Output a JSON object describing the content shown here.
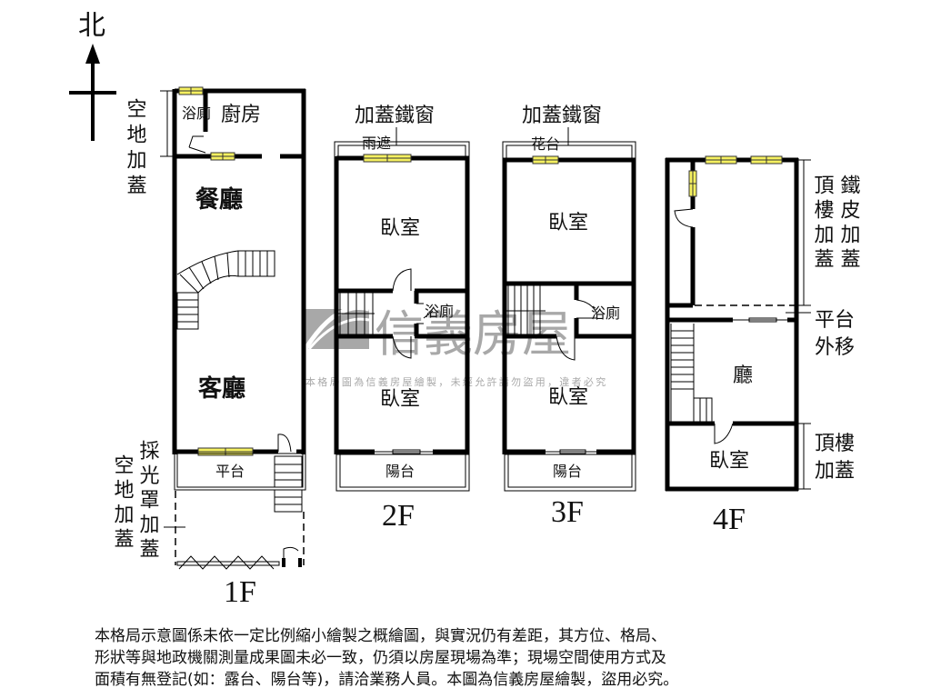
{
  "compass": {
    "north_label": "北"
  },
  "watermark": {
    "brand": "信義房屋",
    "notice": "本格局圖為信義房屋繪製，未經允許請勿盜用，違者必究",
    "color": "#9a9a9a"
  },
  "colors": {
    "wall": "#000000",
    "window": "#f5f060",
    "background": "#ffffff"
  },
  "floors": [
    {
      "label": "1F",
      "rooms": [
        {
          "name": "廚房"
        },
        {
          "name": "浴廁"
        },
        {
          "name": "餐廳"
        },
        {
          "name": "客廳"
        },
        {
          "name": "平台"
        }
      ],
      "annotations": [
        {
          "text": "空地加蓋",
          "position": "top-left"
        },
        {
          "text": "採光罩加蓋",
          "position": "bottom-left"
        },
        {
          "text": "空地加蓋",
          "position": "bottom-left-outer"
        }
      ]
    },
    {
      "label": "2F",
      "rooms": [
        {
          "name": "臥室"
        },
        {
          "name": "浴廁"
        },
        {
          "name": "臥室"
        },
        {
          "name": "陽台"
        }
      ],
      "annotations": [
        {
          "text": "加蓋鐵窗"
        },
        {
          "text": "雨遮"
        }
      ]
    },
    {
      "label": "3F",
      "rooms": [
        {
          "name": "臥室"
        },
        {
          "name": "浴廁"
        },
        {
          "name": "臥室"
        },
        {
          "name": "陽台"
        }
      ],
      "annotations": [
        {
          "text": "加蓋鐵窗"
        },
        {
          "text": "花台"
        }
      ]
    },
    {
      "label": "4F",
      "rooms": [
        {
          "name": "廳"
        },
        {
          "name": "臥室"
        }
      ],
      "annotations": [
        {
          "text": "頂樓加蓋"
        },
        {
          "text": "鐵皮加蓋"
        },
        {
          "text": "平台外移"
        },
        {
          "text": "頂樓加蓋"
        }
      ]
    }
  ],
  "disclaimer": {
    "lines": [
      "本格局示意圖係未依一定比例縮小繪製之概繪圖，與實況仍有差距，其方位、格局、",
      "形狀等與地政機關測量成果圖未必一致，仍須以房屋現場為準；現場空間使用方式及",
      "面積有無登記(如：露台、陽台等)，請洽業務人員。本圖為信義房屋繪製，盜用必究。"
    ]
  }
}
